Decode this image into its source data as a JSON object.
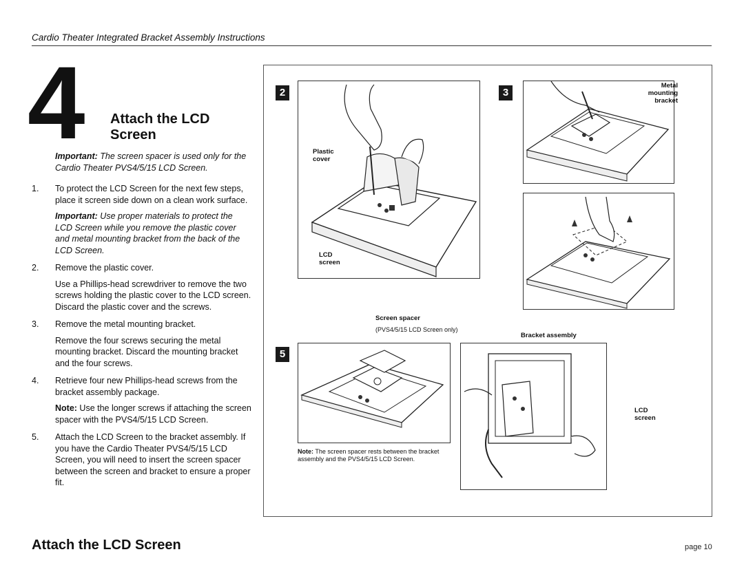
{
  "header": {
    "title": "Cardio Theater Integrated Bracket Assembly Instructions"
  },
  "section": {
    "number": "4",
    "title_line1": "Attach the LCD",
    "title_line2": "Screen"
  },
  "important_top": {
    "label": "Important:",
    "text": " The screen spacer is used only for the Cardio Theater PVS4/5/15 LCD Screen."
  },
  "steps": [
    {
      "num": "1.",
      "text": "To protect the LCD Screen for the next few steps, place it screen side down on a clean work surface.",
      "sub_label": "Important:",
      "sub_text": " Use proper materials to protect the LCD Screen while you remove the plastic cover and metal mounting bracket from the back of the LCD Screen."
    },
    {
      "num": "2.",
      "text": "Remove the plastic cover.",
      "sub_text": "Use a Phillips-head screwdriver to remove the two screws holding the plastic cover to the LCD screen. Discard the plastic cover and the screws."
    },
    {
      "num": "3.",
      "text": "Remove the metal mounting bracket.",
      "sub_text": "Remove the four screws securing the metal mounting bracket. Discard the mounting bracket and the four screws."
    },
    {
      "num": "4.",
      "text": "Retrieve four new Phillips-head screws from the bracket assembly package.",
      "sub_label": "Note:",
      "sub_text": " Use the longer screws if attaching the screen spacer with the PVS4/5/15 LCD Screen."
    },
    {
      "num": "5.",
      "text": "Attach the LCD Screen to the bracket assembly. If you have the Cardio Theater PVS4/5/15 LCD Screen, you will need to insert the screen spacer between the screen and bracket to ensure a proper fit."
    }
  ],
  "figures": {
    "badges": [
      "2",
      "3",
      "5"
    ],
    "callouts": {
      "plastic_cover": "Plastic\ncover",
      "lcd_screen_2": "LCD\nscreen",
      "metal_bracket": "Metal\nmounting\nbracket",
      "screen_spacer": "Screen spacer",
      "screen_spacer_sub": "(PVS4/5/15 LCD Screen only)",
      "bracket_assembly": "Bracket assembly",
      "lcd_screen_5": "LCD\nscreen"
    },
    "note_label": "Note:",
    "note_text": " The screen spacer rests between the bracket assembly and the PVS4/5/15 LCD Screen."
  },
  "footer": {
    "title": "Attach the LCD Screen",
    "page": "page 10"
  }
}
